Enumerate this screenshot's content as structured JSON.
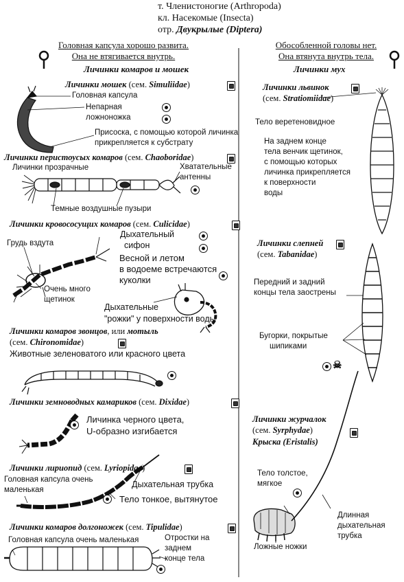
{
  "header": {
    "phylum": "т. Членистоногие (Arthropoda)",
    "class": "кл. Насекомые (Insecta)",
    "order_prefix": "отр. ",
    "order_ru": "Двукрылые",
    "order_lat": "(Diptera)"
  },
  "left": {
    "subtitle1": "Головная капсула хорошо развита.",
    "subtitle2": "Она не втягивается внутрь.",
    "section": "Личинки комаров и мошек",
    "simuliidae": {
      "title_ru": "Личинки мошек",
      "title_fam": "(сем. ",
      "title_lat": "Simuliidae",
      "title_close": ")",
      "head": "Головная капсула",
      "leg1": "Непарная",
      "leg2": "ложноножка",
      "sucker1": "Присоска, с помощью которой личинка",
      "sucker2": "прикрепляется к субстрату"
    },
    "chaoboridae": {
      "title_ru": "Личинки перистоусых комаров",
      "title_fam": " (сем. ",
      "title_lat": "Chaoboridae",
      "title_close": ")",
      "transparent": "Личинки прозрачные",
      "antennae1": "Хватательные",
      "antennae2": "антенны",
      "bubbles": "Темные воздушные пузыри"
    },
    "culicidae": {
      "title_ru": "Личинки кровососущих комаров",
      "title_fam": " (сем. ",
      "title_lat": "Culicidae",
      "title_close": ")",
      "siphon1": "Дыхательный",
      "siphon2": "сифон",
      "chest": "Грудь вздута",
      "season1": "Весной и летом",
      "season2": "в водоеме встречаются",
      "season3": "куколки",
      "bristles1": "Очень много",
      "bristles2": "щетинок",
      "horns1": "Дыхательные",
      "horns2": "\"рожки\" у поверхности воды"
    },
    "chironomidae": {
      "title_ru": "Личинки комаров звонцов",
      "title_mid": ", или ",
      "title_ru2": "мотыль",
      "title_fam": "(сем. ",
      "title_lat": "Chironomidae",
      "title_close": ")",
      "color_note": "Животные зеленоватого или красного цвета"
    },
    "dixidae": {
      "title_ru": "Личинки земноводных камариков",
      "title_fam": " (сем. ",
      "title_lat": "Dixidae",
      "title_close": ")",
      "note1": "Личинка черного цвета,",
      "note2": "U-образно изгибается"
    },
    "lyriopidae": {
      "title_ru": "Личинки лириопид",
      "title_fam": " (сем. ",
      "title_lat": "Lyriopidae",
      "title_close": ")",
      "head1": "Головная капсула очень",
      "head2": "маленькая",
      "tube": "Дыхательная трубка",
      "body": "Тело тонкое, вытянутое"
    },
    "tipulidae": {
      "title_ru": "Личинки комаров долгоножек",
      "title_fam": " (сем. ",
      "title_lat": "Tipulidae",
      "title_close": ")",
      "head": "Головная капсула очень маленькая",
      "append1": "Отростки на",
      "append2": "заднем",
      "append3": "конце тела"
    }
  },
  "right": {
    "subtitle1": "Обособленной головы нет.",
    "subtitle2": "Она втянута внутрь тела.",
    "section": "Личинки мух",
    "stratiomyidae": {
      "title_ru": "Личинки львинок",
      "title_fam": "(сем. ",
      "title_lat": "Stratiomiidae",
      "title_close": ")",
      "body": "Тело веретеновидное",
      "note1": "На заднем конце",
      "note2": "тела венчик щетинок,",
      "note3": "с помощью которых",
      "note4": "личинка прикрепляется",
      "note5": "к поверхности",
      "note6": "воды"
    },
    "tabanidae": {
      "title_ru": "Личинки слепней",
      "title_fam": "(сем. ",
      "title_lat": "Tabanidae",
      "title_close": ")",
      "ends1": "Передний и задний",
      "ends2": "концы тела заострены",
      "tuber1": "Бугорки, покрытые",
      "tuber2": "шипиками"
    },
    "syrphidae": {
      "title_ru": "Личинки журчалок",
      "title_fam": "(сем. ",
      "title_lat": "Syrphydae",
      "title_close": ")",
      "title2_ru": "Крыска ",
      "title2_lat": "(Eristalis)",
      "body1": "Тело толстое,",
      "body2": "мягкое",
      "tube1": "Длинная",
      "tube2": "дыхательная",
      "tube3": "трубка",
      "legs": "Ложные ножки"
    }
  }
}
